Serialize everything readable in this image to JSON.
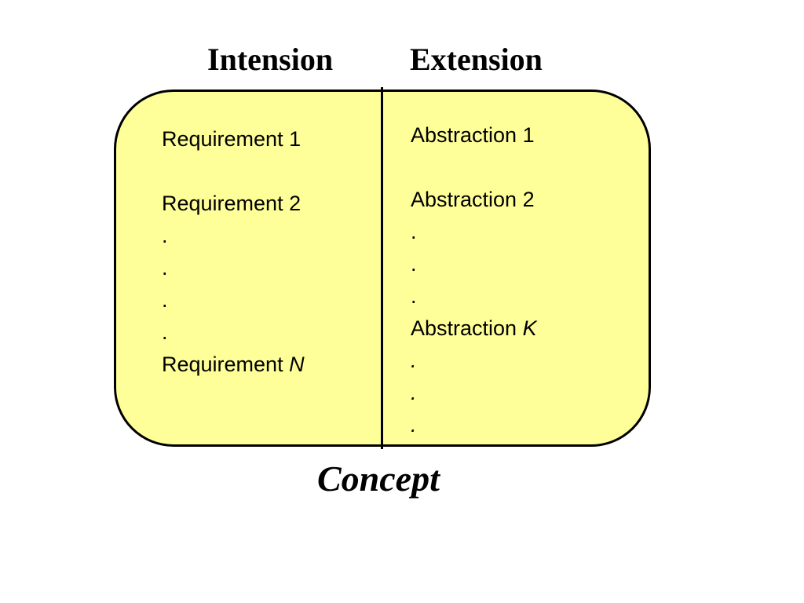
{
  "headings": {
    "left": "Intension",
    "right": "Extension"
  },
  "intension": {
    "item1": "Requirement 1",
    "item2": "Requirement 2",
    "dots": [
      ".",
      ".",
      ".",
      "."
    ],
    "last_prefix": "Requirement ",
    "last_var": "N"
  },
  "extension": {
    "item1": "Abstraction 1",
    "item2": "Abstraction 2",
    "dots": [
      ".",
      ".",
      "."
    ],
    "last_prefix": "Abstraction ",
    "last_var": "K",
    "trailing_dots": [
      ".",
      ".",
      "."
    ]
  },
  "caption": "Concept",
  "colors": {
    "box_fill": "#ffff99",
    "outline": "#000000"
  }
}
